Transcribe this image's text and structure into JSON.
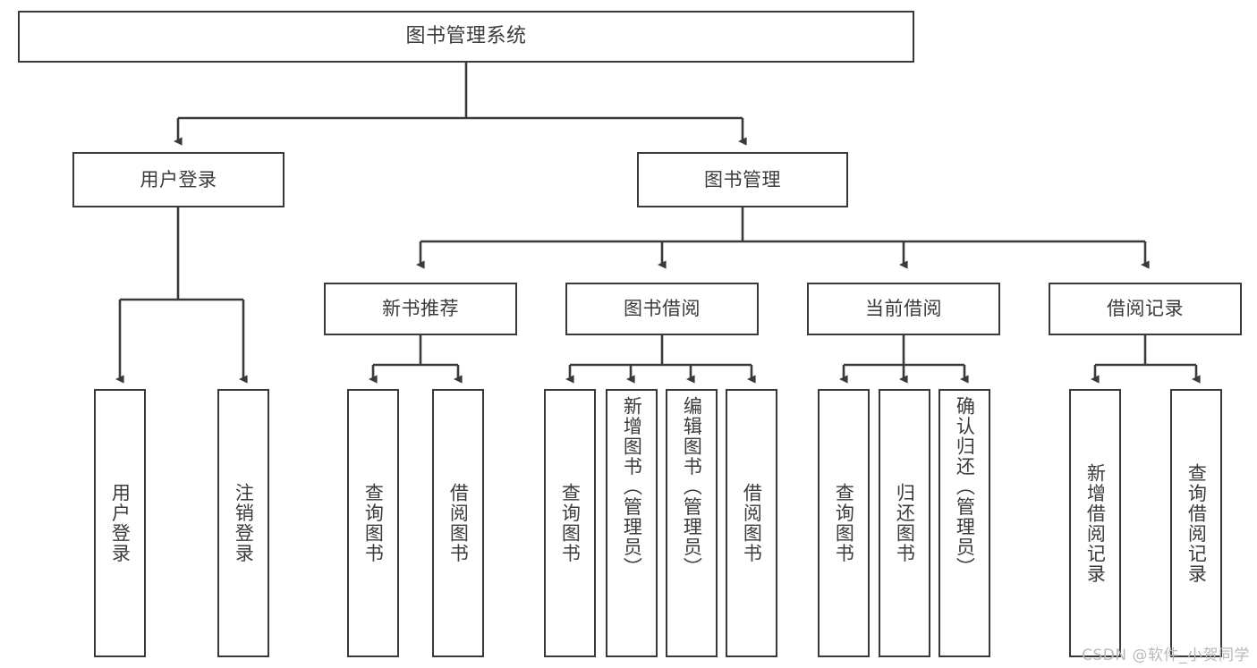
{
  "diagram": {
    "title": "图书管理系统",
    "type": "tree-hierarchy-diagram",
    "colors": {
      "box_border": "#3a3a3a",
      "box_fill": "#ffffff",
      "text": "#3b3b3b",
      "edge": "#3a3a3a",
      "watermark": "#b9b9b9",
      "background": "#ffffff"
    },
    "watermark": "CSDN @软件_小贺同学",
    "nodes": {
      "root": {
        "label": "图书管理系统"
      },
      "level2": [
        {
          "label": "用户登录"
        },
        {
          "label": "图书管理"
        }
      ],
      "level3": [
        {
          "label": "新书推荐"
        },
        {
          "label": "图书借阅"
        },
        {
          "label": "当前借阅"
        },
        {
          "label": "借阅记录"
        }
      ],
      "leaves": {
        "user_login": [
          {
            "label": "用户登录"
          },
          {
            "label": "注销登录"
          }
        ],
        "new_book_recommend": [
          {
            "label": "查询图书"
          },
          {
            "label": "借阅图书"
          }
        ],
        "book_borrow": [
          {
            "label": "查询图书"
          },
          {
            "label": "新增图书（管理员）"
          },
          {
            "label": "编辑图书（管理员）"
          },
          {
            "label": "借阅图书"
          }
        ],
        "current_borrow": [
          {
            "label": "查询图书"
          },
          {
            "label": "归还图书"
          },
          {
            "label": "确认归还（管理员）"
          }
        ],
        "borrow_records": [
          {
            "label": "新增借阅记录"
          },
          {
            "label": "查询借阅记录"
          }
        ]
      }
    }
  }
}
